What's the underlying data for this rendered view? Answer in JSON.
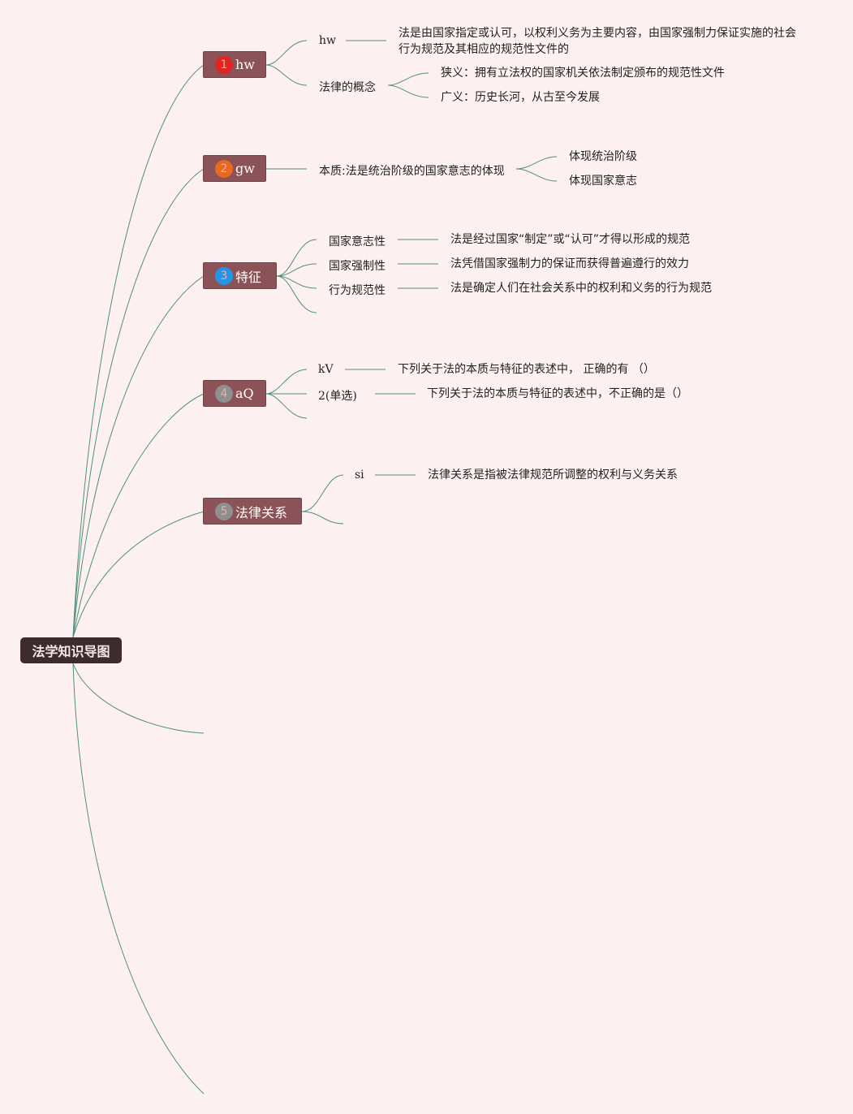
{
  "root": {
    "label": "法学知识导图"
  },
  "branches": [
    {
      "number": "1",
      "label": "hw",
      "badge_color": "#e0241e",
      "children": [
        {
          "label": "hw",
          "detail": "法是由国家指定或认可，以权利义务为主要内容，由国家强制力保证实施的社会行为规范及其相应的规范性文件的"
        },
        {
          "label": "法律的概念",
          "subs": [
            "狭义：拥有立法权的国家机关依法制定颁布的规范性文件",
            "广义：历史长河，从古至今发展"
          ]
        }
      ]
    },
    {
      "number": "2",
      "label": "gw",
      "badge_color": "#e86a1f",
      "children": [
        {
          "label": "本质:法是统治阶级的国家意志的体现",
          "subs": [
            "体现统治阶级",
            "体现国家意志"
          ]
        }
      ]
    },
    {
      "number": "3",
      "label": "特征",
      "badge_color": "#2196e8",
      "children": [
        {
          "label": "国家意志性",
          "detail": "法是经过国家“制定”或“认可”才得以形成的规范"
        },
        {
          "label": "国家强制性",
          "detail": "法凭借国家强制力的保证而获得普遍遵行的效力"
        },
        {
          "label": "行为规范性",
          "detail": "法是确定人们在社会关系中的权利和义务的行为规范"
        }
      ]
    },
    {
      "number": "4",
      "label": "aQ",
      "badge_color": "#8f8f8f",
      "children": [
        {
          "label": "kV",
          "detail": "下列关于法的本质与特征的表述中，  正确的有  （）"
        },
        {
          "label": "2(单选)",
          "detail": "下列关于法的本质与特征的表述中，不正确的是（）"
        }
      ]
    },
    {
      "number": "5",
      "label": "法律关系",
      "badge_color": "#8f8f8f",
      "children": [
        {
          "label": "si",
          "detail": "法律关系是指被法律规范所调整的权利与义务关系"
        }
      ]
    }
  ],
  "colors": {
    "background": "#fdf0f0",
    "line": "#4f8f80",
    "branch_fill": "#8b5257",
    "root_fill": "#3d2b2e"
  }
}
